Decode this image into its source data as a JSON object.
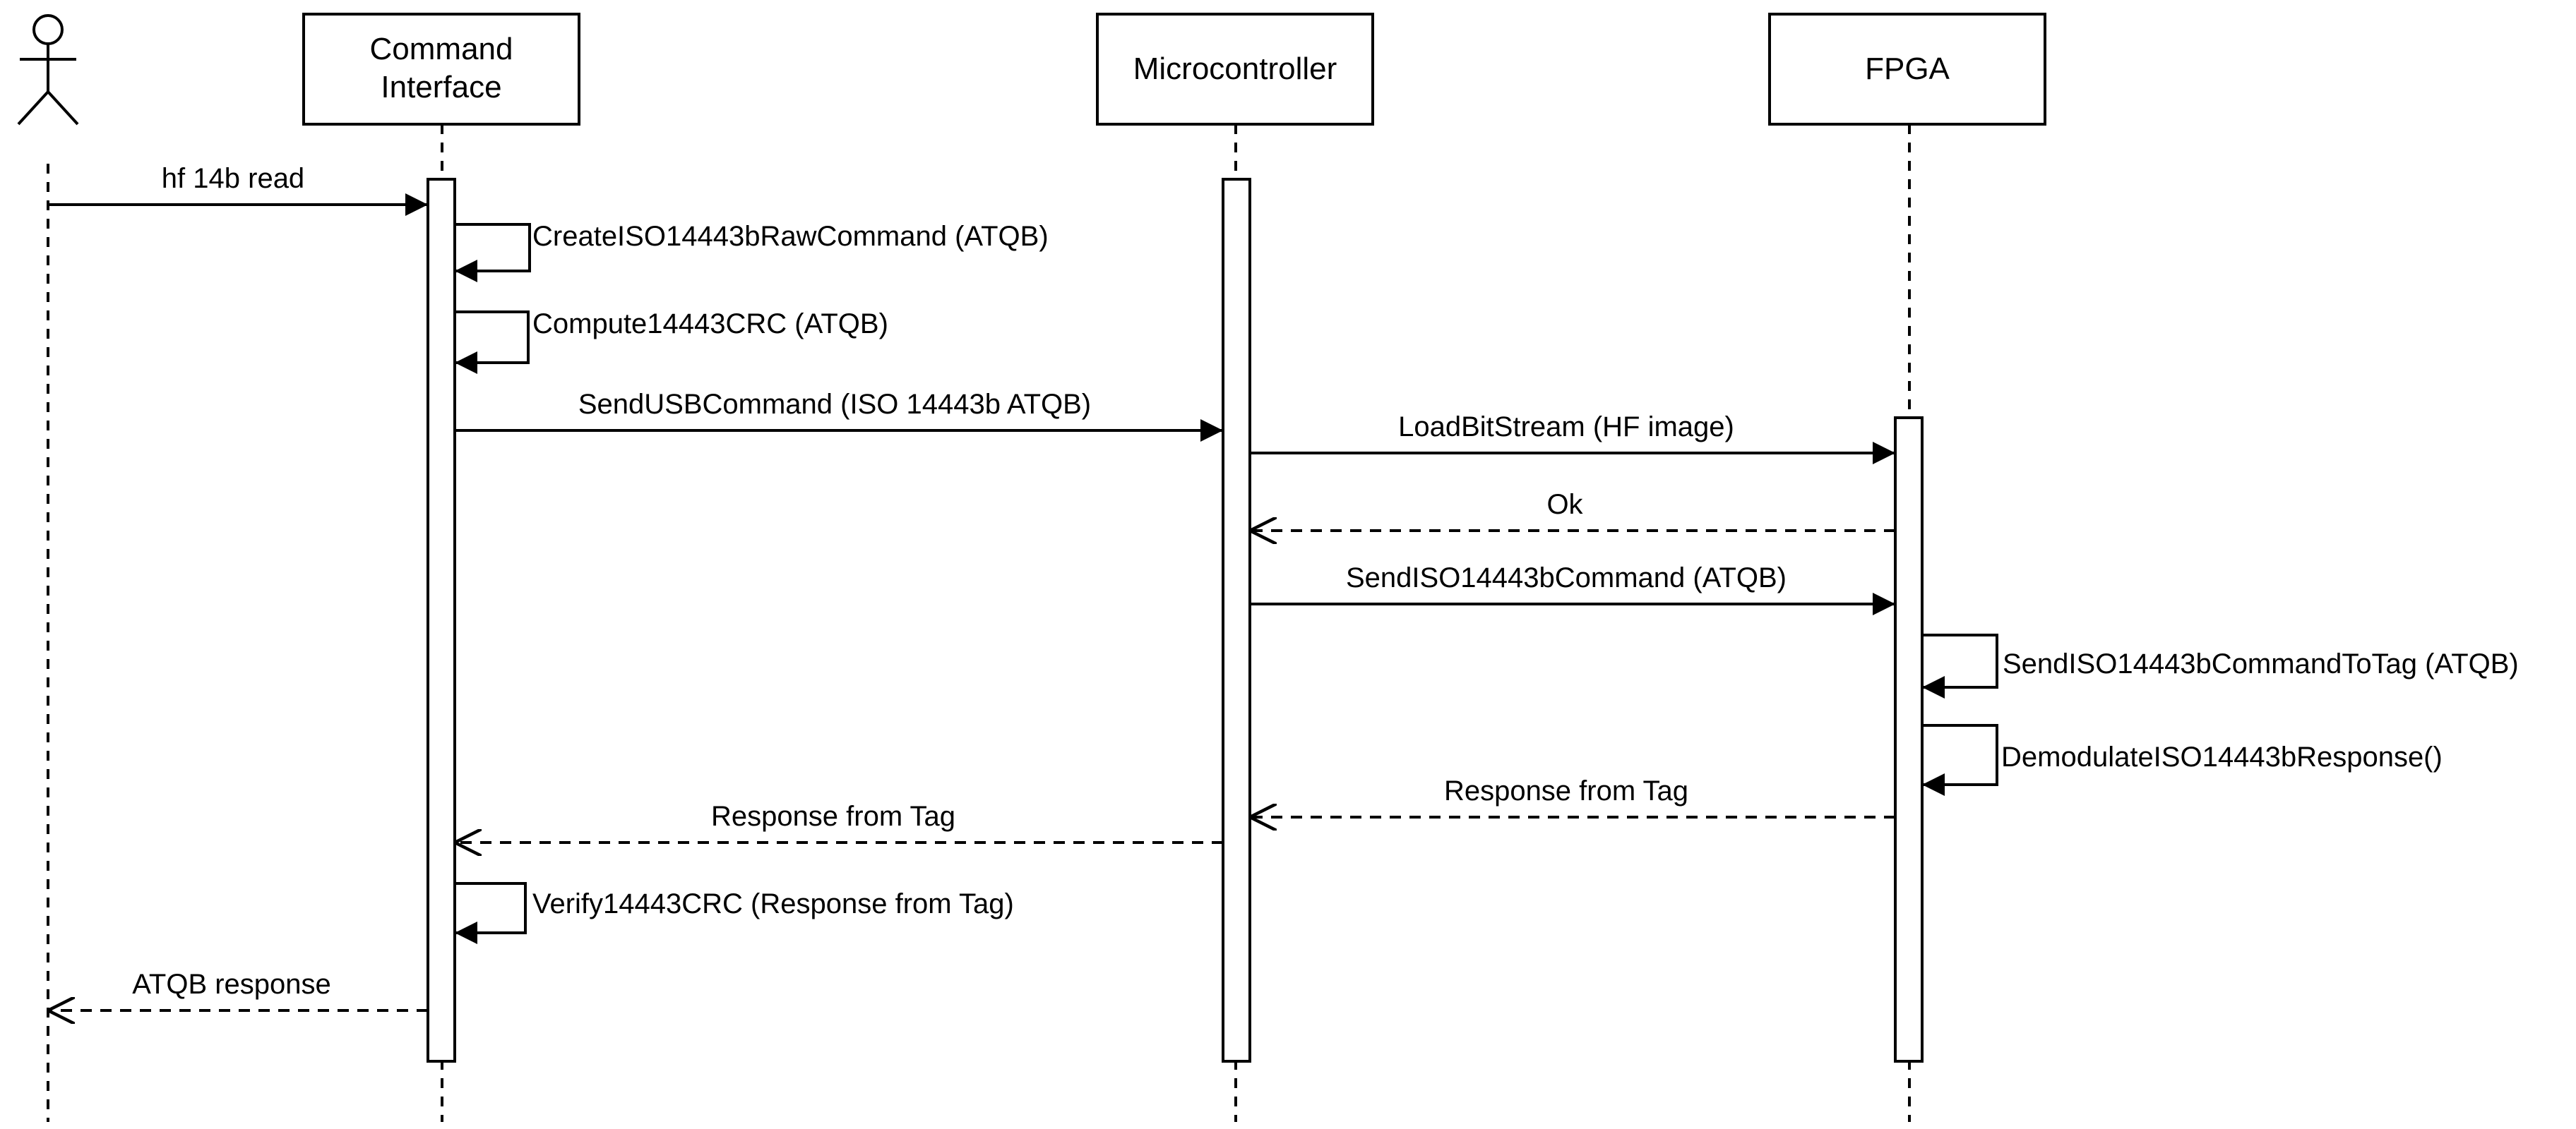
{
  "diagram": {
    "type": "sequence",
    "participants": [
      {
        "id": "user",
        "kind": "actor",
        "label": ""
      },
      {
        "id": "cmd",
        "kind": "box",
        "label_lines": [
          "Command",
          "Interface"
        ]
      },
      {
        "id": "mcu",
        "kind": "box",
        "label_lines": [
          "Microcontroller"
        ]
      },
      {
        "id": "fpga",
        "kind": "box",
        "label_lines": [
          "FPGA"
        ]
      }
    ],
    "messages": [
      {
        "from": "user",
        "to": "cmd",
        "style": "solid",
        "label": "hf 14b read"
      },
      {
        "from": "cmd",
        "to": "cmd",
        "style": "self",
        "label": "CreateISO14443bRawCommand (ATQB)"
      },
      {
        "from": "cmd",
        "to": "cmd",
        "style": "self",
        "label": "Compute14443CRC (ATQB)"
      },
      {
        "from": "cmd",
        "to": "mcu",
        "style": "solid",
        "label": "SendUSBCommand (ISO 14443b ATQB)"
      },
      {
        "from": "mcu",
        "to": "fpga",
        "style": "solid",
        "label": "LoadBitStream (HF image)"
      },
      {
        "from": "fpga",
        "to": "mcu",
        "style": "dashed",
        "label": "Ok"
      },
      {
        "from": "mcu",
        "to": "fpga",
        "style": "solid",
        "label": "SendISO14443bCommand (ATQB)"
      },
      {
        "from": "fpga",
        "to": "fpga",
        "style": "self",
        "label": "SendISO14443bCommandToTag (ATQB)"
      },
      {
        "from": "fpga",
        "to": "fpga",
        "style": "self",
        "label": "DemodulateISO14443bResponse()"
      },
      {
        "from": "fpga",
        "to": "mcu",
        "style": "dashed",
        "label": "Response from Tag"
      },
      {
        "from": "mcu",
        "to": "cmd",
        "style": "dashed",
        "label": "Response from Tag"
      },
      {
        "from": "cmd",
        "to": "cmd",
        "style": "self",
        "label": "Verify14443CRC (Response from Tag)"
      },
      {
        "from": "cmd",
        "to": "user",
        "style": "dashed",
        "label": "ATQB response"
      }
    ],
    "colors": {
      "line": "#000000",
      "box_fill": "#ffffff",
      "background": "#ffffff"
    }
  }
}
